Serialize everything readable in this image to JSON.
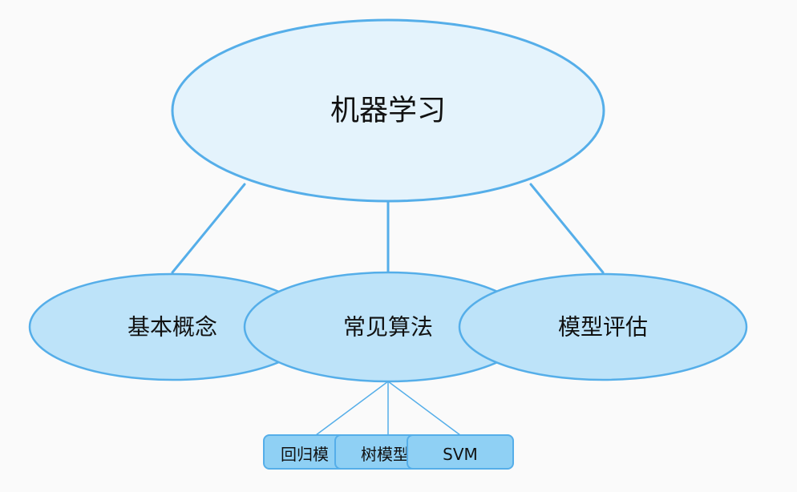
{
  "root": {
    "label": "机器学习"
  },
  "branches": [
    {
      "label": "基本概念"
    },
    {
      "label": "常见算法"
    },
    {
      "label": "模型评估"
    }
  ],
  "leaves": [
    {
      "label": "回归模"
    },
    {
      "label": "树模型"
    },
    {
      "label": "SVM"
    }
  ],
  "colors": {
    "root_fill": "#e4f3fc",
    "node_fill": "#bde3f9",
    "leaf_fill": "#8fd0f4",
    "stroke": "#55aee9",
    "background": "#fafafa"
  }
}
